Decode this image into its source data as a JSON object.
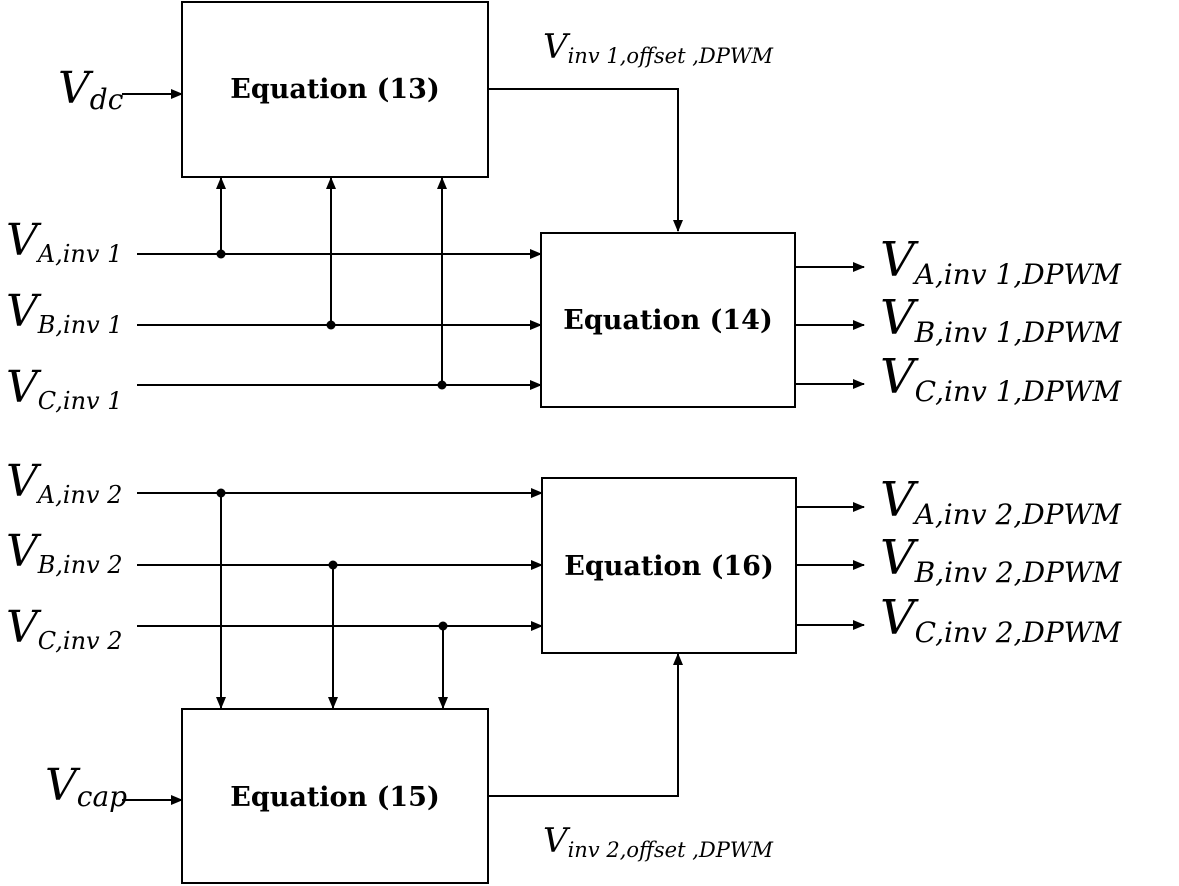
{
  "blocks": {
    "eq13": "Equation (13)",
    "eq14": "Equation (14)",
    "eq15": "Equation (15)",
    "eq16": "Equation (16)"
  },
  "signals": {
    "vdc": {
      "main": "V",
      "sub": "dc"
    },
    "vcap": {
      "main": "V",
      "sub": "cap"
    },
    "va1": {
      "main": "V",
      "sub": "A,inv 1"
    },
    "vb1": {
      "main": "V",
      "sub": "B,inv 1"
    },
    "vc1": {
      "main": "V",
      "sub": "C,inv 1"
    },
    "va2": {
      "main": "V",
      "sub": "A,inv 2"
    },
    "vb2": {
      "main": "V",
      "sub": "B,inv 2"
    },
    "vc2": {
      "main": "V",
      "sub": "C,inv 2"
    },
    "off1": {
      "main": "V",
      "sub": "inv 1,offset ,DPWM"
    },
    "off2": {
      "main": "V",
      "sub": "inv 2,offset ,DPWM"
    },
    "oa1": {
      "main": "V",
      "sub": "A,inv 1,DPWM"
    },
    "ob1": {
      "main": "V",
      "sub": "B,inv 1,DPWM"
    },
    "oc1": {
      "main": "V",
      "sub": "C,inv 1,DPWM"
    },
    "oa2": {
      "main": "V",
      "sub": "A,inv 2,DPWM"
    },
    "ob2": {
      "main": "V",
      "sub": "B,inv 2,DPWM"
    },
    "oc2": {
      "main": "V",
      "sub": "C,inv 2,DPWM"
    }
  }
}
